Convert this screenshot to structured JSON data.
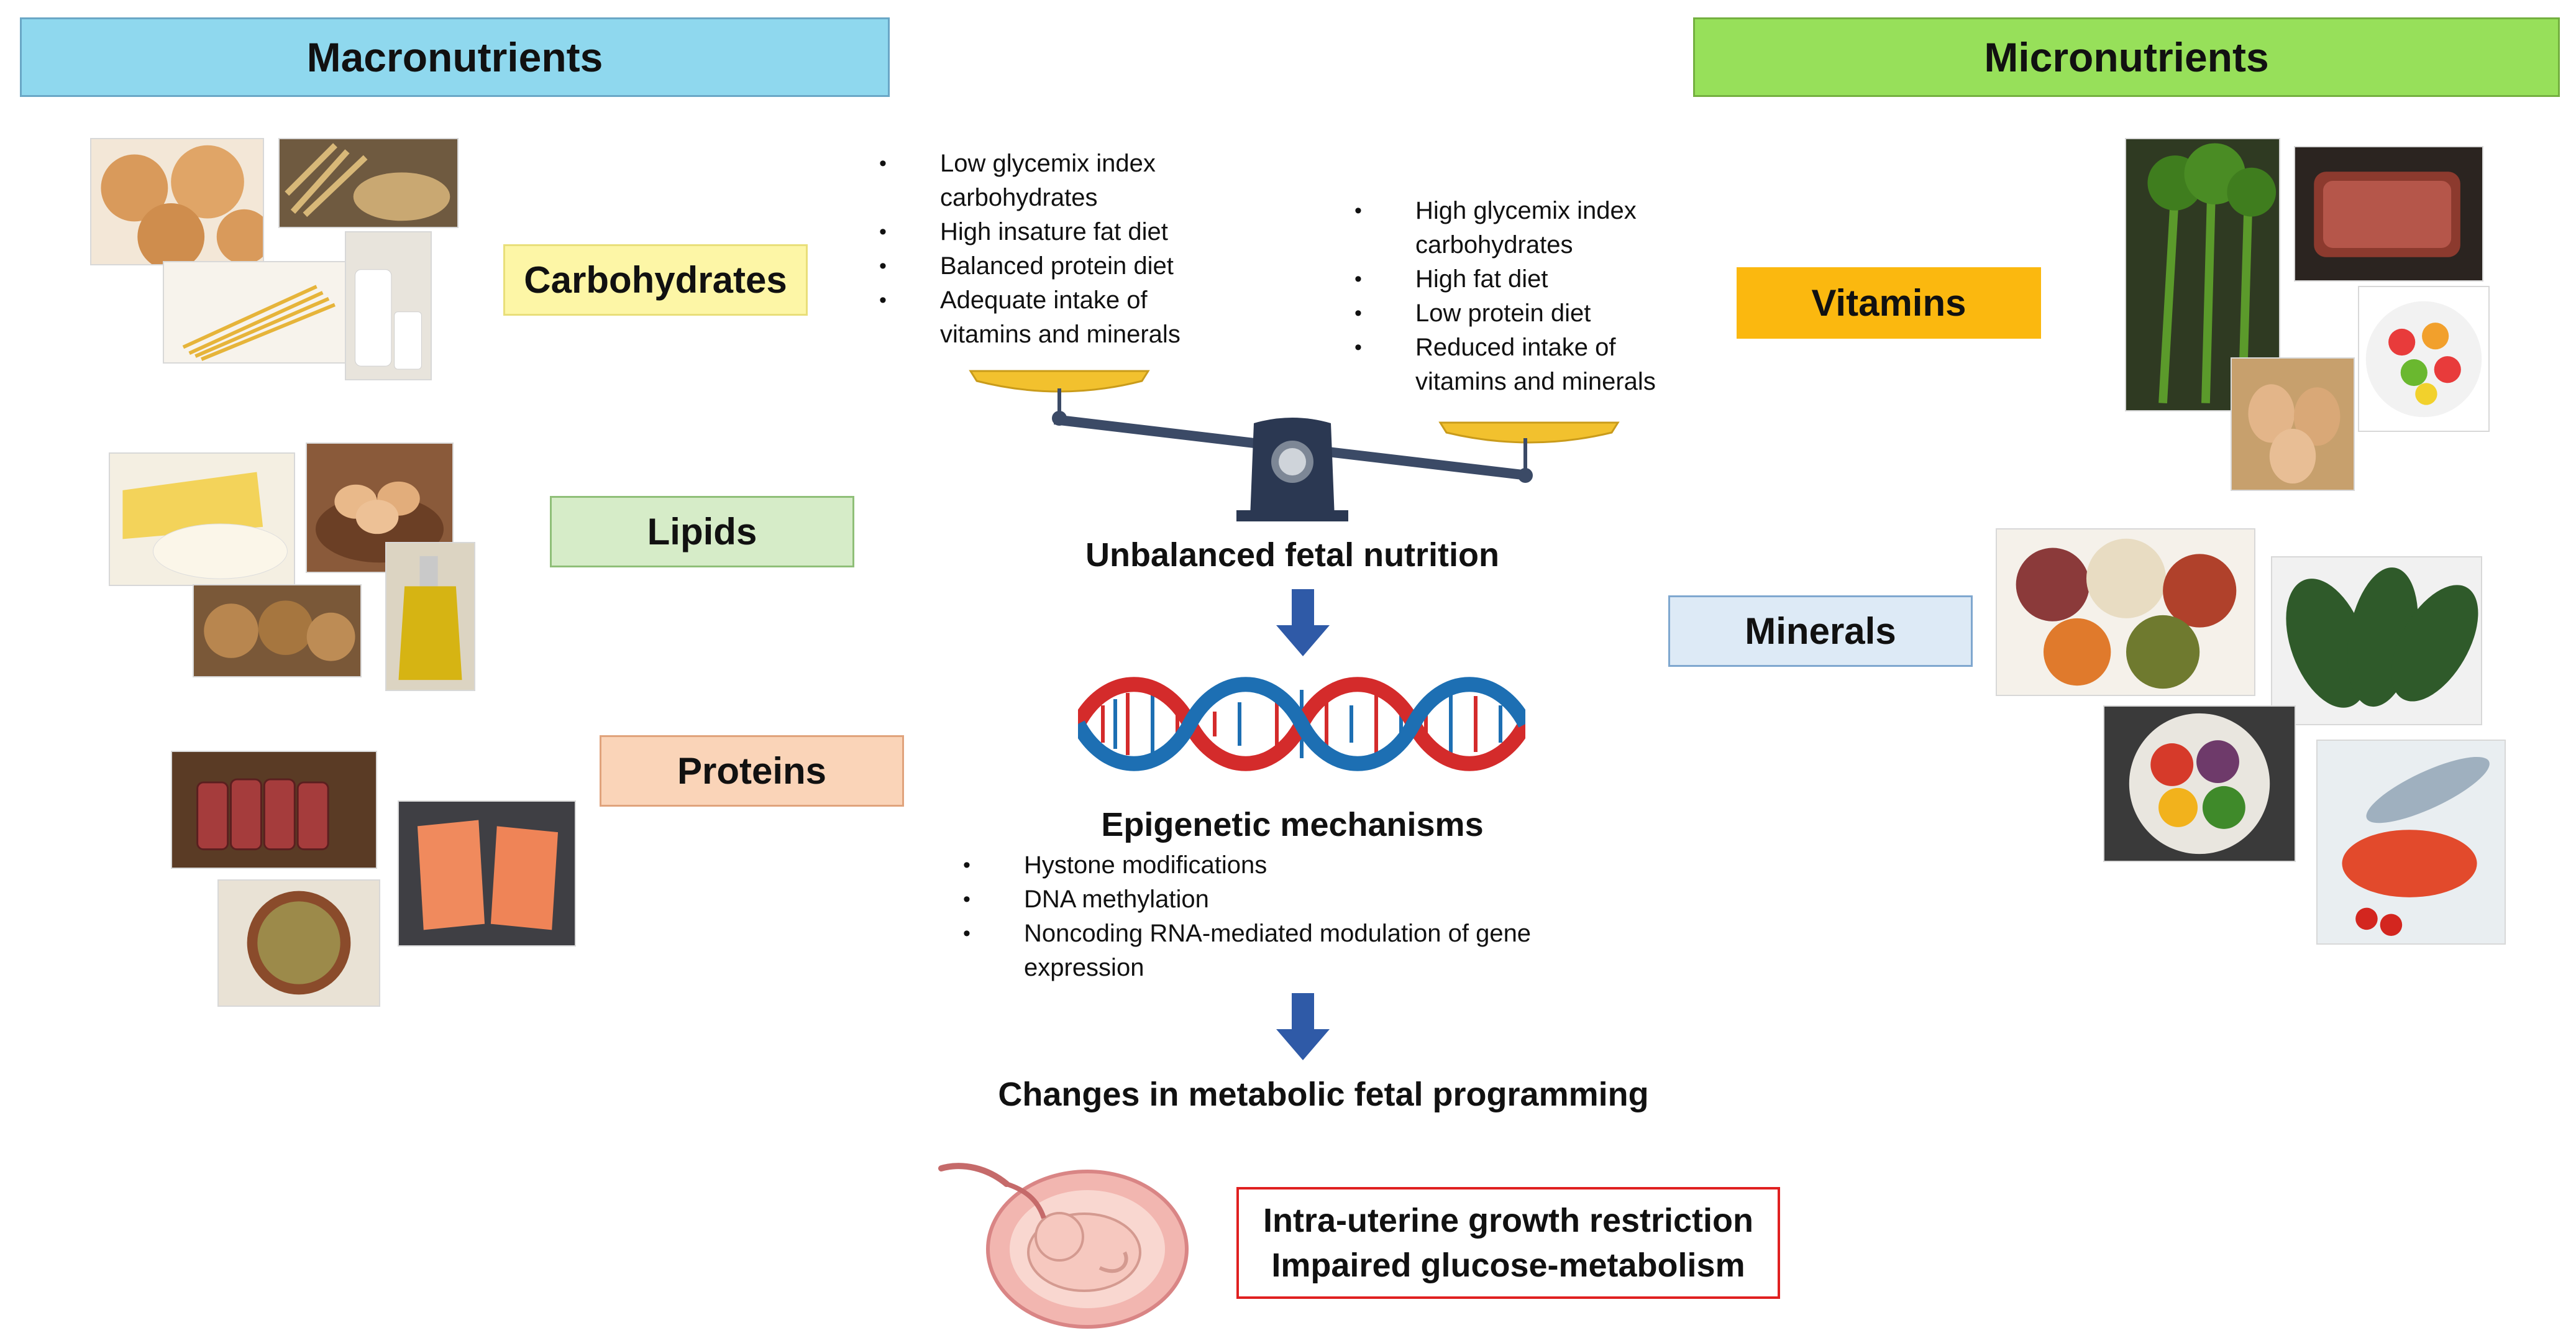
{
  "headers": {
    "macronutrients": "Macronutrients",
    "micronutrients": "Micronutrients"
  },
  "categories": {
    "carbohydrates": "Carbohydrates",
    "lipids": "Lipids",
    "proteins": "Proteins",
    "vitamins": "Vitamins",
    "minerals": "Minerals"
  },
  "balanced_diet": {
    "items": [
      [
        "Low glycemix index",
        "carbohydrates"
      ],
      [
        "High insature fat diet"
      ],
      [
        "Balanced protein diet"
      ],
      [
        "Adequate intake of",
        "vitamins and minerals"
      ]
    ]
  },
  "unbalanced_diet": {
    "items": [
      [
        "High glycemix index",
        "carbohydrates"
      ],
      [
        "High fat diet"
      ],
      [
        "Low protein diet"
      ],
      [
        "Reduced intake of",
        "vitamins and minerals"
      ]
    ]
  },
  "flow": {
    "unbalanced_title": "Unbalanced fetal nutrition",
    "epigenetic_title": "Epigenetic mechanisms",
    "epigenetic_items": [
      [
        "Hystone modifications"
      ],
      [
        "DNA methylation"
      ],
      [
        "Noncoding RNA-mediated modulation of gene",
        "expression"
      ]
    ],
    "changes_title": "Changes in metabolic fetal programming"
  },
  "outcome": {
    "line1": "Intra-uterine growth restriction",
    "line2": "Impaired glucose-metabolism"
  },
  "colors": {
    "macronutrients_header": "#8fd8ee",
    "micronutrients_header": "#97e05a",
    "carbohydrates": "#fdf6a6",
    "lipids": "#d6ecc8",
    "proteins": "#fad4b8",
    "vitamins": "#fbb80f",
    "minerals": "#ddeaf6",
    "arrow": "#2f5aa7",
    "outcome_border": "#e02020",
    "dna_red": "#d42b2b",
    "dna_blue": "#1d6fb3"
  }
}
